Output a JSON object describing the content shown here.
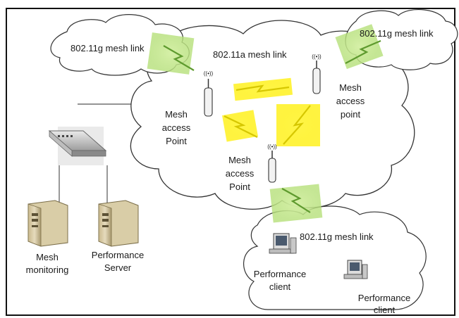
{
  "cloud_labels": {
    "left_link": "802.11g mesh link",
    "main_link": "802.11a mesh link",
    "right_link": "802.11g mesh link",
    "bottom_link": "802.11g mesh link"
  },
  "access_points": {
    "ap_left": [
      "Mesh",
      "access",
      "Point"
    ],
    "ap_right": [
      "Mesh",
      "access",
      "point"
    ],
    "ap_center": [
      "Mesh",
      "access",
      "Point"
    ]
  },
  "servers": {
    "monitoring": [
      "Mesh",
      "monitoring"
    ],
    "performance": [
      "Performance",
      "Server"
    ]
  },
  "clients": {
    "client_1": [
      "Performance",
      "client"
    ],
    "client_2": [
      "Performance",
      "client"
    ]
  },
  "antenna_glyph": "((•))",
  "colors": {
    "wireless_yellow": "#ffef00",
    "wireless_green": "#b6e07a",
    "lightning_yellow": "#e8d800",
    "lightning_green": "#6fa83a",
    "cloud_stroke": "#333333",
    "frame": "#111111"
  }
}
